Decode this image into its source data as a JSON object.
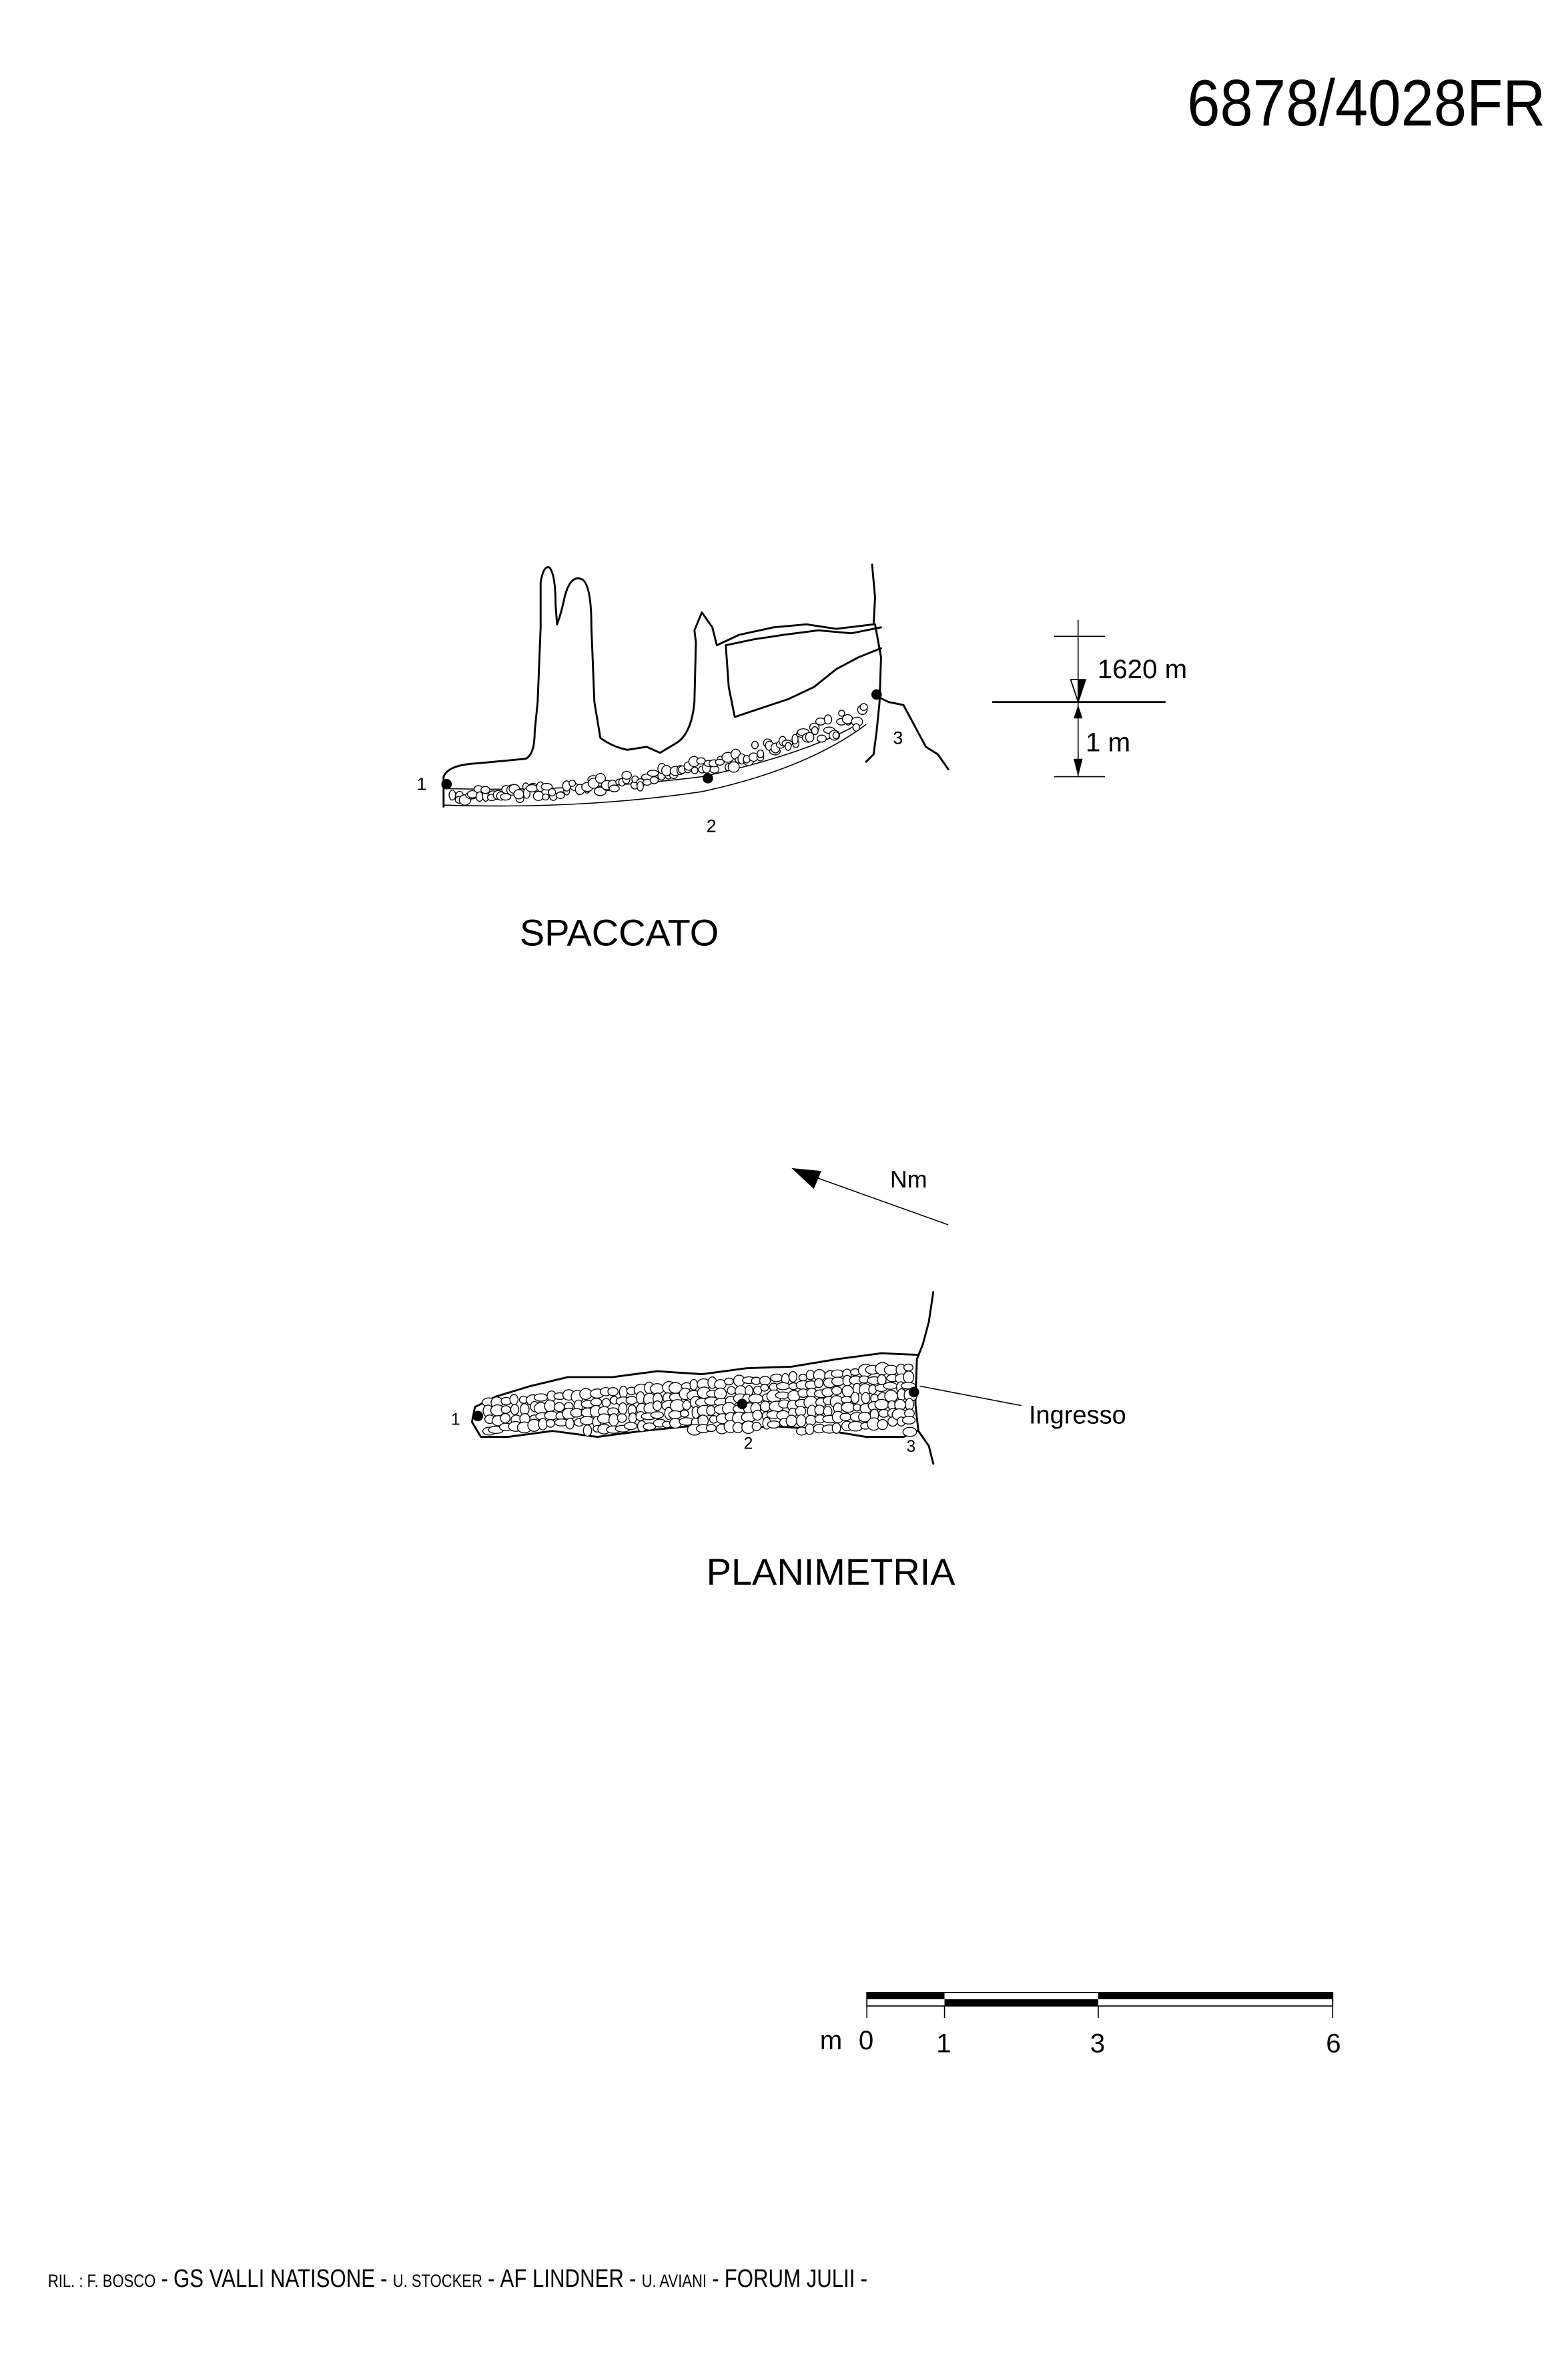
{
  "cave_id": "6878/4028FR",
  "section": {
    "title": "SPACCATO",
    "stations": [
      "1",
      "2",
      "3"
    ],
    "elevation_label": "1620 m",
    "vertical_scale_label": "1 m"
  },
  "plan": {
    "title": "PLANIMETRIA",
    "stations": [
      "1",
      "2",
      "3"
    ],
    "entrance_label": "Ingresso",
    "north_label": "Nm"
  },
  "scale_bar": {
    "unit": "m",
    "ticks": [
      "0",
      "1",
      "3",
      "6"
    ]
  },
  "credits": {
    "prefix": "RIL. : F. BOSCO",
    "group1": "GS VALLI NATISONE",
    "person2": "U. STOCKER",
    "group2": "AF LINDNER",
    "person3": "U. AVIANI",
    "group3": "FORUM JULII",
    "sep": "-"
  }
}
